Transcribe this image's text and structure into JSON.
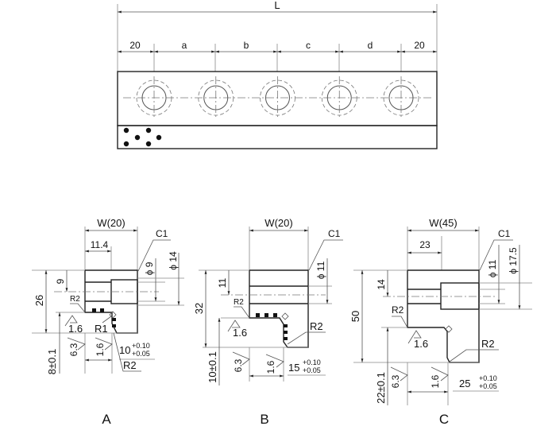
{
  "top_view": {
    "overall_length_label": "L",
    "pitch_labels": [
      "20",
      "a",
      "b",
      "c",
      "d",
      "20"
    ],
    "hole_count": 5,
    "dot_count": 6
  },
  "sections": [
    {
      "id": "A",
      "label": "A",
      "width_label": "W(20)",
      "inner_width_label": "11.4",
      "chamfer_label": "C1",
      "small_dia_label": "ϕ 9",
      "large_dia_label": "ϕ 14",
      "height_label": "26",
      "bore_offset_label": "9",
      "radius_top_label": "R2",
      "radius_inner_label": "R1",
      "radius_bottom_label": "R2",
      "roughness_top": "1.6",
      "roughness_left": "6.3",
      "roughness_bottom": "1.6",
      "base_height_label": "8±0.1",
      "slot_width_label": "10",
      "tol_upper": "+0.10",
      "tol_lower": "+0.05"
    },
    {
      "id": "B",
      "label": "B",
      "width_label": "W(20)",
      "chamfer_label": "C1",
      "dia_label": "ϕ 11",
      "height_label": "32",
      "bore_offset_label": "11",
      "radius_top_label": "R2",
      "radius_bottom_label": "R2",
      "roughness_top": "1.6",
      "roughness_left": "6.3",
      "roughness_bottom": "1.6",
      "base_height_label": "10±0.1",
      "slot_width_label": "15",
      "tol_upper": "+0.10",
      "tol_lower": "+0.05"
    },
    {
      "id": "C",
      "label": "C",
      "width_label": "W(45)",
      "inner_width_label": "23",
      "chamfer_label": "C1",
      "small_dia_label": "ϕ 11",
      "large_dia_label": "ϕ 17.5",
      "height_label": "50",
      "bore_offset_label": "14",
      "radius_top_label": "R2",
      "radius_bottom_label": "R2",
      "roughness_top": "1.6",
      "roughness_left": "6.3",
      "roughness_bottom": "1.6",
      "base_height_label": "22±0.1",
      "slot_width_label": "25",
      "tol_upper": "+0.10",
      "tol_lower": "+0.05"
    }
  ]
}
